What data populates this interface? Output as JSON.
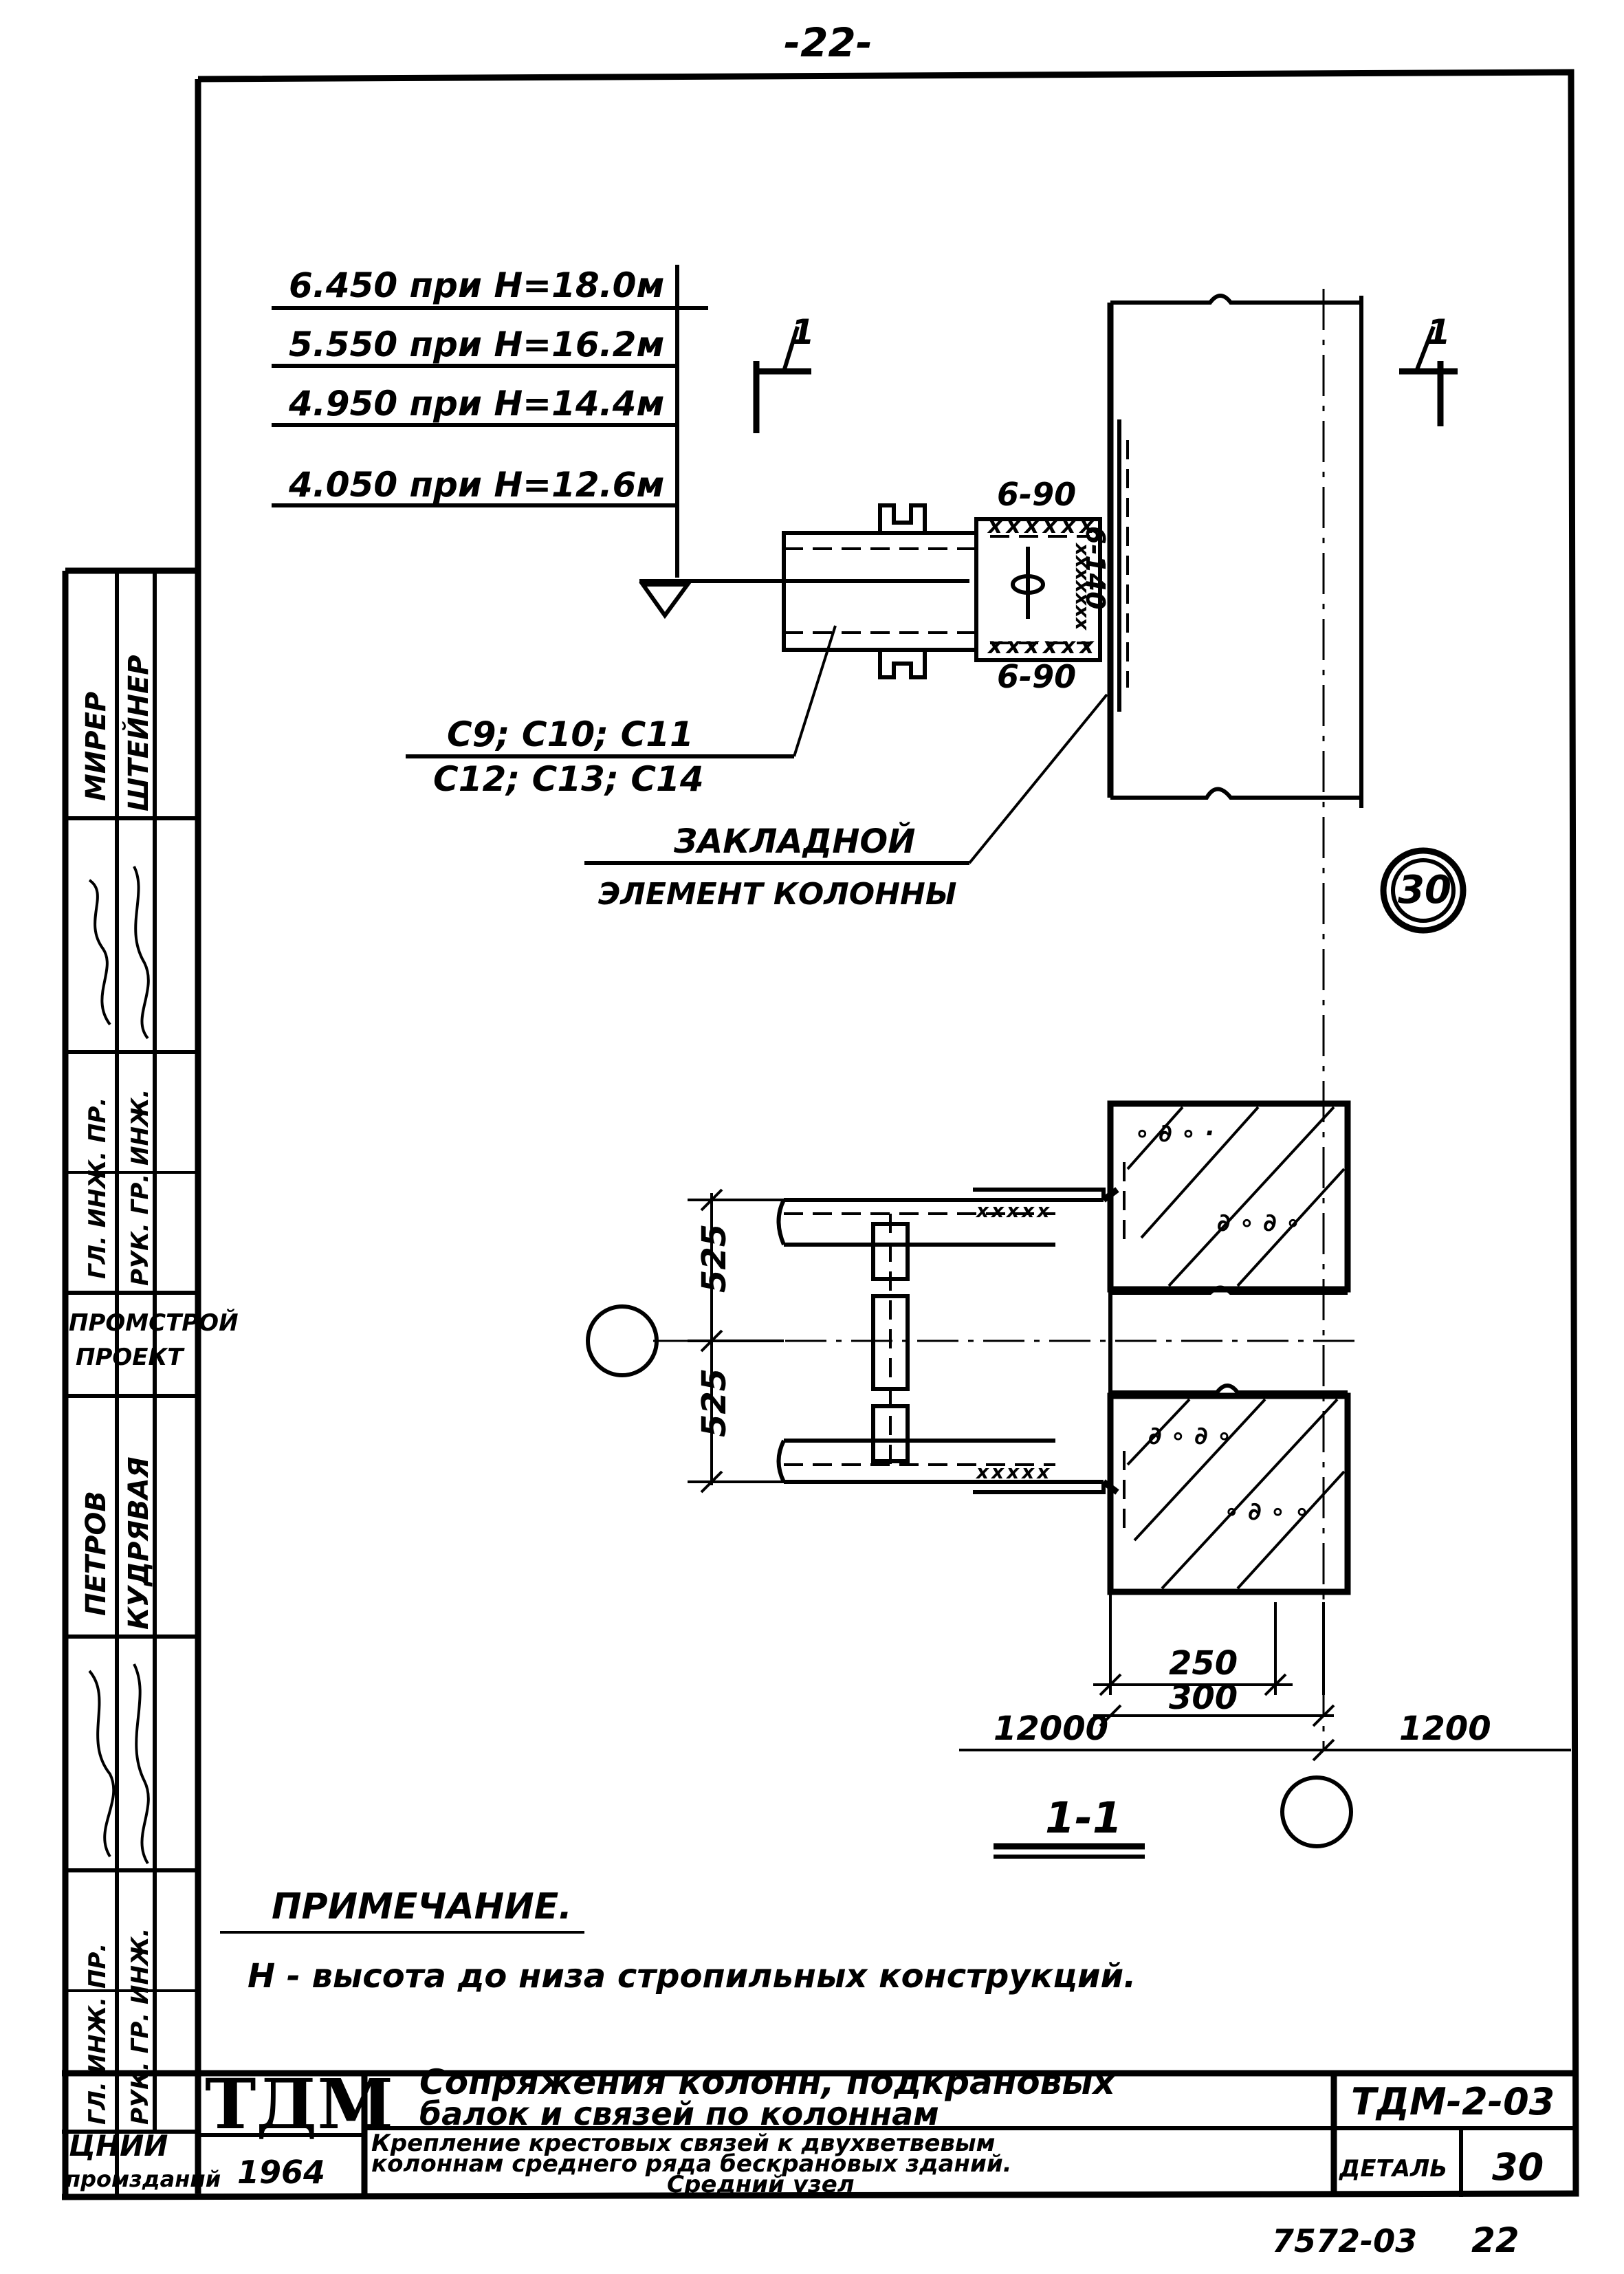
{
  "page_number": "-22-",
  "detail_mark": "30",
  "section_mark_top": "1",
  "elevations": [
    "6.450 при H=18.0м",
    "5.550 при H=16.2м",
    "4.950 при H=14.4м",
    "4.050 при H=12.6м"
  ],
  "weld_top": "6-90",
  "weld_bottom": "6-90",
  "weld_side": "6-140",
  "connection_labels": [
    "С9; С10; С11",
    "С12; С13; С14"
  ],
  "embed_label": [
    "ЗАКЛАДНОЙ",
    "ЭЛЕМЕНТ КОЛОННЫ"
  ],
  "dimensions": {
    "upper_offset": "525",
    "lower_offset": "525",
    "column_inner": "250",
    "column_outer": "300",
    "span_left": "12000",
    "span_right": "1200"
  },
  "section_title": "1-1",
  "note_title": "ПРИМЕЧАНИЕ.",
  "note_text": "H - высота до низа стропильных конструкций.",
  "side_stamp": {
    "roles": [
      "ГЛ. ИНЖ. ПР.",
      "РУК. ГР. ИНЖ.",
      "ГЛ. ИНЖ. ПР.",
      "РУК. ГР. ИНЖ."
    ],
    "names": [
      "МИРЕР",
      "ШТЕЙНЕР",
      "ПЕТРОВ",
      "КУДРЯВАЯ"
    ],
    "org": [
      "ПРОМСТРОЙ",
      "ПРОЕКТ"
    ],
    "inst": [
      "ЦНИИ",
      "промзданий"
    ]
  },
  "title_block": {
    "logo": "ТДМ",
    "year": "1964",
    "title_main": [
      "Сопряжения колонн, подкрановых",
      "балок и связей по колоннам"
    ],
    "title_sub": [
      "Крепление крестовых связей к двухветвевым",
      "колоннам среднего ряда бескрановых зданий.",
      "Средний узел"
    ],
    "code": "ТДМ-2-03",
    "detail_label": "ДЕТАЛЬ",
    "detail_num": "30"
  },
  "sheet_ref": "7572-03",
  "sheet_num": "22"
}
